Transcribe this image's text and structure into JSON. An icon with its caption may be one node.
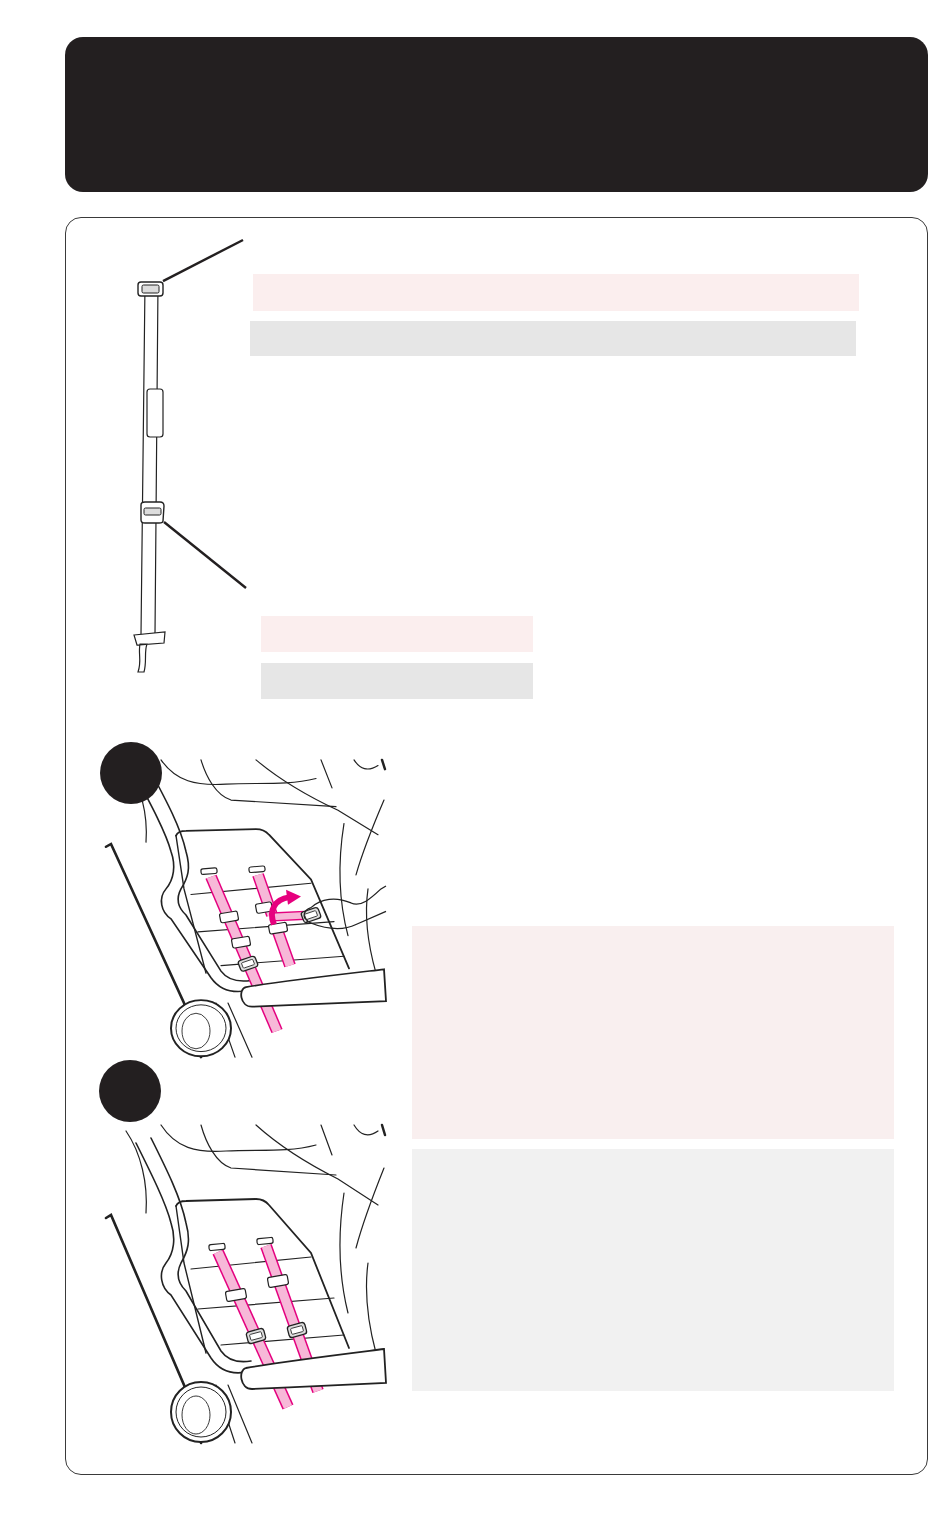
{
  "diagram": {
    "nodes": [
      {
        "text": [],
        "shape": "box"
      },
      {
        "text": [],
        "shape": "box"
      },
      {
        "text": [],
        "shape": "picture",
        "in": 1
      },
      {
        "text": [],
        "shape": "picture",
        "in": 2
      },
      {
        "text": [],
        "shape": "box",
        "in": 1
      },
      {
        "text": [],
        "shape": "box",
        "in": 1
      },
      {
        "text": [],
        "shape": "picture",
        "in": 2
      },
      {
        "text": [],
        "shape": "box",
        "in": 1
      },
      {
        "text": [],
        "shape": "box",
        "in": 1
      },
      {
        "text": [],
        "shape": "picture",
        "in": 1
      },
      {
        "text": [],
        "shape": "circle",
        "in": 9
      },
      {
        "text": [],
        "shape": "box",
        "in": 1
      },
      {
        "text": [],
        "shape": "circle",
        "in": 1
      },
      {
        "text": [],
        "shape": "picture",
        "in": 1
      },
      {
        "text": [],
        "shape": "box",
        "in": 1
      }
    ],
    "edges": [
      {
        "from": null,
        "to": 3,
        "arrow": "none"
      },
      {
        "from": null,
        "to": 6,
        "arrow": "none"
      }
    ]
  }
}
